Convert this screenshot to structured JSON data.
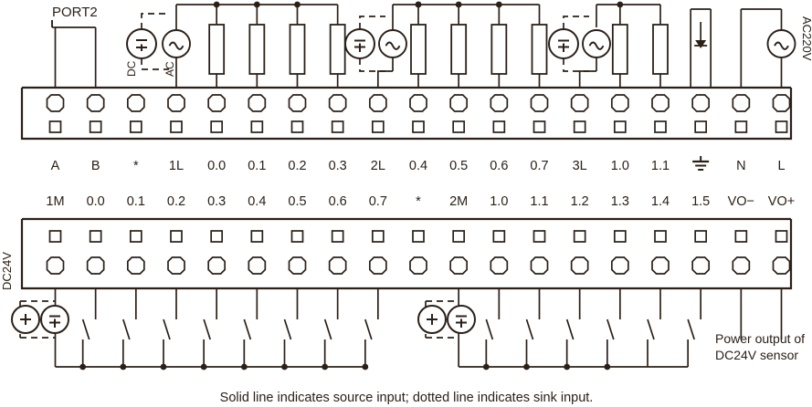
{
  "diagram": {
    "title_port": "PORT2",
    "mains_label": "AC220V",
    "dc24v_label": "DC24V",
    "source_dc_label": "DC",
    "source_ac_label": "AC",
    "sensor_note_line1": "Power output of",
    "sensor_note_line2": "DC24V sensor",
    "caption": "Solid line indicates source input; dotted line indicates sink input.",
    "colors": {
      "line": "#2b2018",
      "background": "#ffffff",
      "fill_white": "#ffffff"
    },
    "top_terminals": [
      {
        "label": "A"
      },
      {
        "label": "B"
      },
      {
        "label": "*"
      },
      {
        "label": "1L"
      },
      {
        "label": "0.0"
      },
      {
        "label": "0.1"
      },
      {
        "label": "0.2"
      },
      {
        "label": "0.3"
      },
      {
        "label": "2L"
      },
      {
        "label": "0.4"
      },
      {
        "label": "0.5"
      },
      {
        "label": "0.6"
      },
      {
        "label": "0.7"
      },
      {
        "label": "3L"
      },
      {
        "label": "1.0"
      },
      {
        "label": "1.1"
      },
      {
        "label": "GND"
      },
      {
        "label": "N"
      },
      {
        "label": "L"
      }
    ],
    "bottom_terminals": [
      {
        "label": "1M"
      },
      {
        "label": "0.0"
      },
      {
        "label": "0.1"
      },
      {
        "label": "0.2"
      },
      {
        "label": "0.3"
      },
      {
        "label": "0.4"
      },
      {
        "label": "0.5"
      },
      {
        "label": "0.6"
      },
      {
        "label": "0.7"
      },
      {
        "label": "*"
      },
      {
        "label": "2M"
      },
      {
        "label": "1.0"
      },
      {
        "label": "1.1"
      },
      {
        "label": "1.2"
      },
      {
        "label": "1.3"
      },
      {
        "label": "1.4"
      },
      {
        "label": "1.5"
      },
      {
        "label": "VO−"
      },
      {
        "label": "VO+"
      }
    ],
    "symbols": {
      "plus": "+",
      "minus": "−",
      "ground_icon": "ground-icon",
      "ac_wave_icon": "ac-source-icon",
      "dc_source_icon": "dc-source-icon",
      "resistor_icon": "load-resistor-icon",
      "switch_icon": "switch-contact-icon"
    }
  }
}
